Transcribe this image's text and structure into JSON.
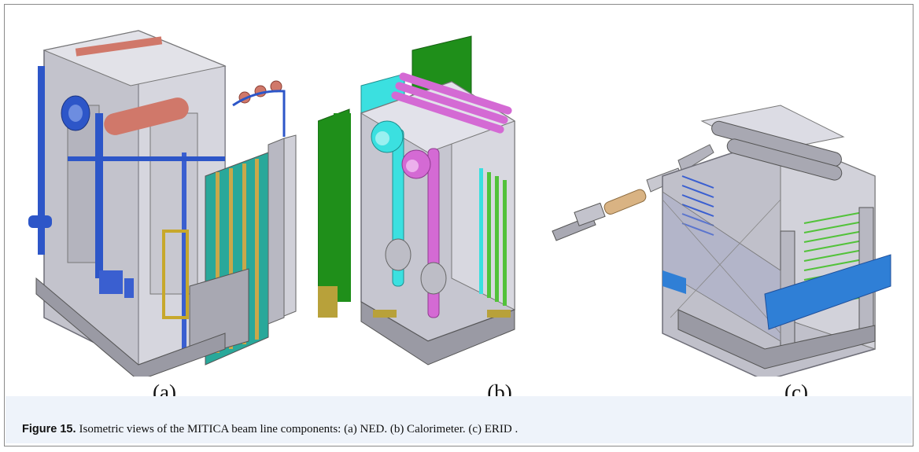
{
  "panels": [
    {
      "label": "(a)",
      "subject": "NED"
    },
    {
      "label": "(b)",
      "subject": "Calorimeter"
    },
    {
      "label": "(c)",
      "subject": "ERID"
    }
  ],
  "caption": {
    "figure_label": "Figure 15.",
    "text": "Isometric views of the MITICA beam line components: (a) NED. (b) Calorimeter. (c) ERID ."
  },
  "colors": {
    "frame_gray": "#c9c9d1",
    "pipe_blue": "#2d56c8",
    "pipe_red": "#d0786a",
    "panel_teal": "#29a89a",
    "panel_green": "#1f8f1a",
    "pipe_cyan": "#3be0e0",
    "pipe_magenta": "#d46ad4",
    "base_blue": "#2f7fd6",
    "fin_green": "#52c23a",
    "caption_bg": "#eef3fa"
  }
}
